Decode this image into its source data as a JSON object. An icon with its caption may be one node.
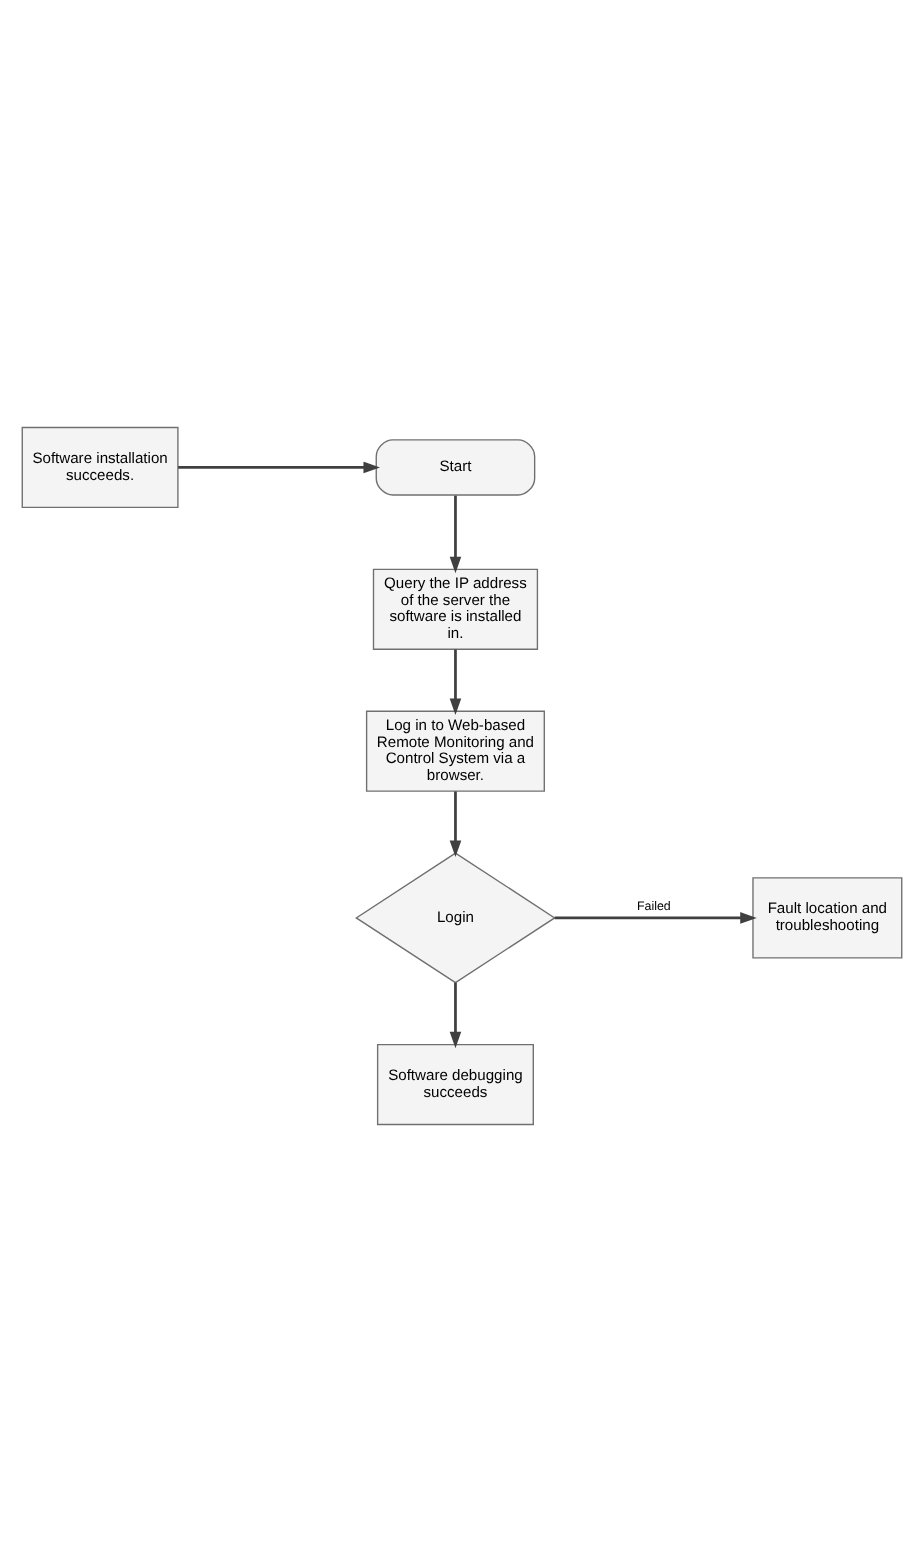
{
  "diagram": {
    "nodes": [
      {
        "text": [
          "Start"
        ]
      },
      {
        "text": [
          "Software installation succeeds."
        ]
      },
      {
        "text": [
          "Query the IP address of the server the software is installed in."
        ]
      },
      {
        "text": [
          "Log in to Web-based Remote Monitoring and Control System via a browser."
        ]
      },
      {
        "text": [
          "Login"
        ]
      },
      {
        "text": [
          "Fault location and troubleshooting"
        ]
      },
      {
        "text": [
          "Software debugging succeeds"
        ]
      }
    ],
    "edges": [
      {
        "from": 1,
        "to": 0,
        "arrow": "to"
      },
      {
        "from": 0,
        "to": 2,
        "arrow": "to"
      },
      {
        "from": 2,
        "to": 3,
        "arrow": "to"
      },
      {
        "from": 3,
        "to": 4,
        "arrow": "to"
      },
      {
        "from": 4,
        "to": 5,
        "arrow": "to",
        "label": "Failed"
      },
      {
        "from": 4,
        "to": 6,
        "arrow": "to"
      }
    ]
  }
}
